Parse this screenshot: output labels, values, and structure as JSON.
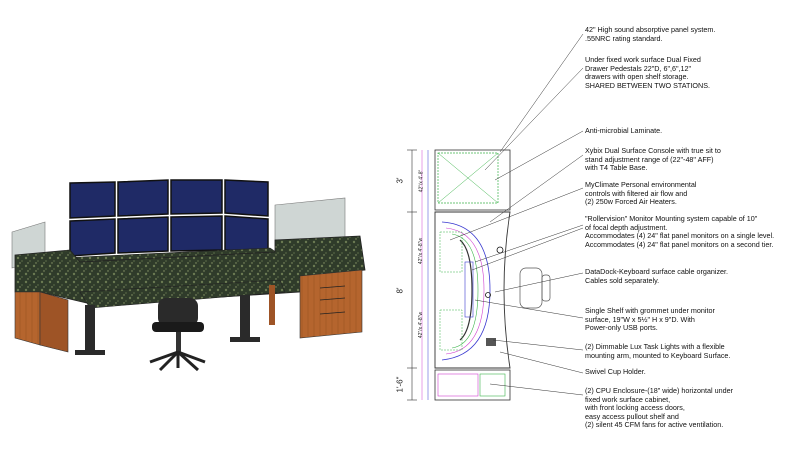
{
  "dimensions": {
    "top": "3'",
    "middle": "8'",
    "bottom": "1'-6\"",
    "small_top": "42\"/x 4'-8\"",
    "small_mid1": "42\"/x 4'-8\"w",
    "small_mid2": "42\"/x 4'-8\"w"
  },
  "callouts": [
    {
      "lines": [
        "42\" High sound absorptive panel system.",
        ".55NRC rating standard."
      ]
    },
    {
      "lines": [
        "Under fixed work surface Dual Fixed",
        "Drawer Pedestals 22\"D, 6\",6\",12\"",
        "drawers with open shelf storage.",
        "SHARED BETWEEN TWO STATIONS."
      ]
    },
    {
      "lines": [
        "Anti-microbial Laminate."
      ]
    },
    {
      "lines": [
        "Xybix Dual Surface Console with true sit to",
        "stand adjustment range of (22\"-48\" AFF)",
        "with T4 Table Base."
      ]
    },
    {
      "lines": [
        "MyClimate Personal environmental",
        "controls with filtered air flow and",
        "(2) 250w Forced Air Heaters."
      ]
    },
    {
      "lines": [
        "\"Rollervision\" Monitor Mounting system capable of 10\"",
        "of focal depth adjustment.",
        "Accommodates (4) 24\"  flat panel monitors on a single level.",
        "Accommodates (4) 24\"  flat panel monitors on a second tier."
      ]
    },
    {
      "lines": [
        "DataDock-Keyboard surface cable organizer.",
        "Cables sold separately."
      ]
    },
    {
      "lines": [
        "Single Shelf with grommet under monitor",
        "surface, 19\"W x 5½\" H x 9\"D. With",
        "Power-only USB ports."
      ]
    },
    {
      "lines": [
        "(2) Dimmable Lux Task Lights with a flexible",
        "mounting arm, mounted to Keyboard Surface."
      ]
    },
    {
      "lines": [
        "Swivel Cup Holder."
      ]
    },
    {
      "lines": [
        "(2) CPU Enclosure-(18\" wide) horizontal under",
        "fixed work surface cabinet,",
        "with front locking access doors,",
        "easy access pullout shelf and",
        "(2) silent 45 CFM fans for active ventilation."
      ]
    }
  ],
  "colors": {
    "granite": "#2f3b2a",
    "wood": "#b5652e",
    "steel": "#2a2a2a",
    "panel": "#cfd6d4",
    "monitor": "#1f2a66",
    "plan_green": "#3cb44b",
    "plan_blue": "#3a3ad0",
    "plan_magenta": "#d040d0"
  }
}
